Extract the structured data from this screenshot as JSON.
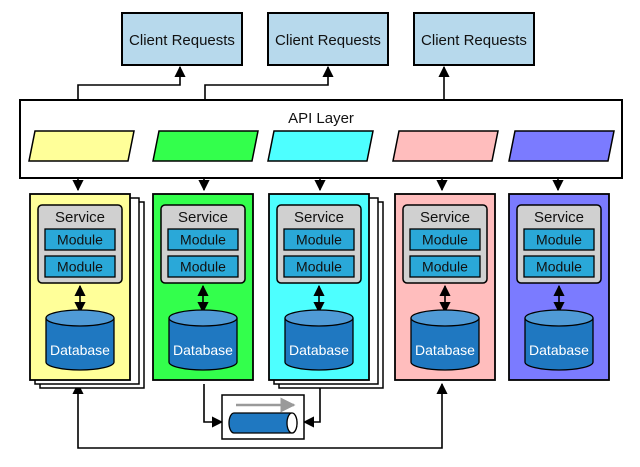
{
  "client_requests": [
    {
      "label": "Client Requests"
    },
    {
      "label": "Client Requests"
    },
    {
      "label": "Client Requests"
    }
  ],
  "api_layer": {
    "label": "API Layer"
  },
  "services": [
    {
      "service_label": "Service",
      "modules": [
        "Module",
        "Module"
      ],
      "database_label": "Database",
      "color": "#ffff99",
      "stacked": true
    },
    {
      "service_label": "Service",
      "modules": [
        "Module",
        "Module"
      ],
      "database_label": "Database",
      "color": "#33ff4c",
      "stacked": false
    },
    {
      "service_label": "Service",
      "modules": [
        "Module",
        "Module"
      ],
      "database_label": "Database",
      "color": "#4dffff",
      "stacked": true
    },
    {
      "service_label": "Service",
      "modules": [
        "Module",
        "Module"
      ],
      "database_label": "Database",
      "color": "#ffbdbd",
      "stacked": false
    },
    {
      "service_label": "Service",
      "modules": [
        "Module",
        "Module"
      ],
      "database_label": "Database",
      "color": "#7b7bff",
      "stacked": false
    }
  ],
  "colors": {
    "client_box": "#b7d9ec",
    "module_fill": "#2aa8d8",
    "service_box": "#d0d0d0",
    "database": "#1f78c1",
    "database_top": "#4f9ad6",
    "queue": "#1f78c1"
  }
}
